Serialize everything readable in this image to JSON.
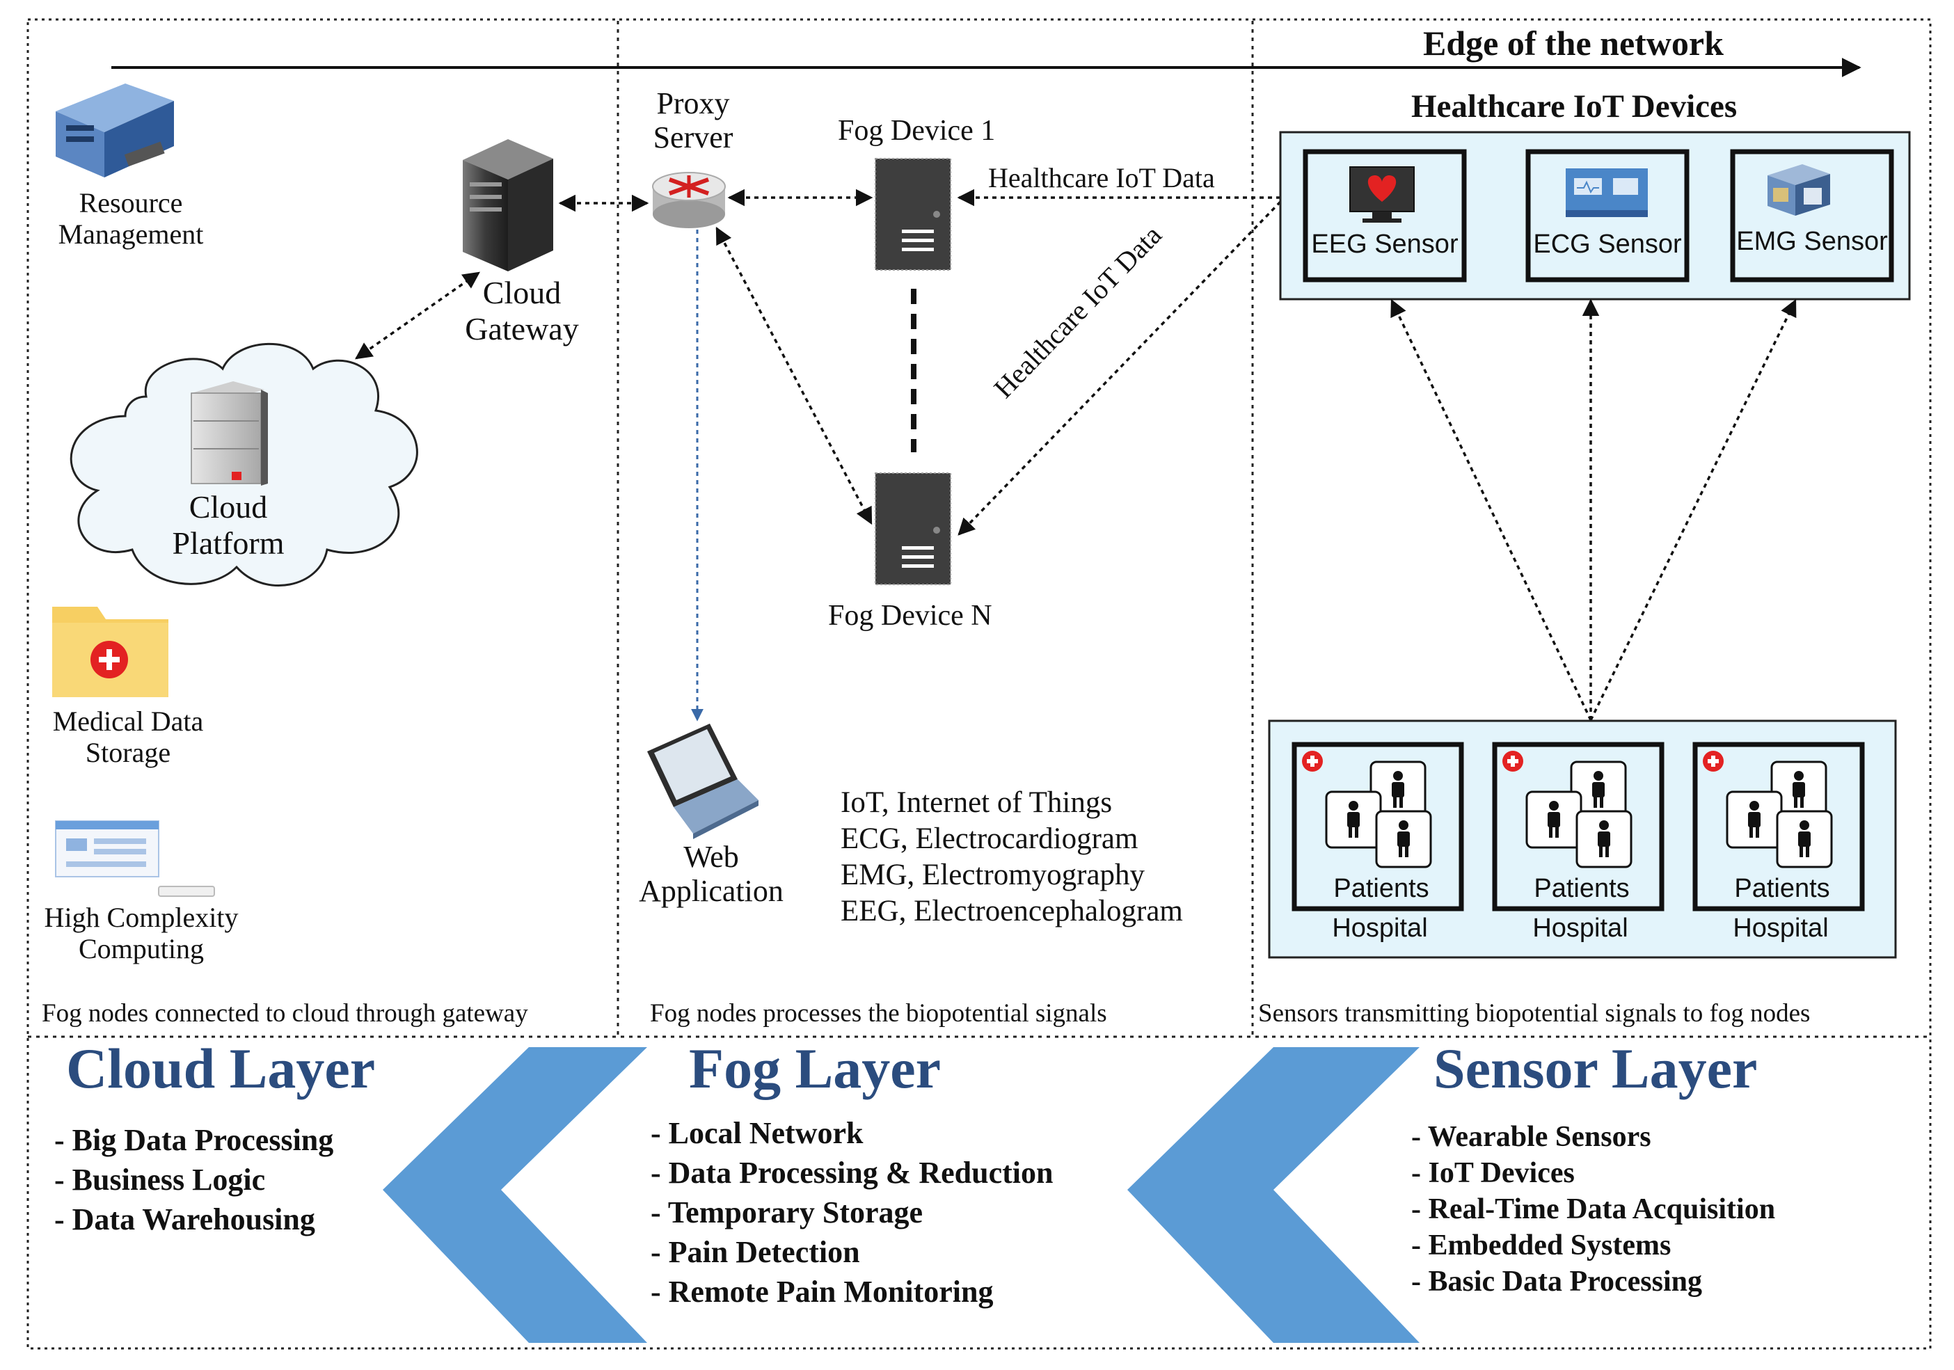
{
  "header": {
    "edge_label": "Edge of the network",
    "devices_title": "Healthcare IoT Devices"
  },
  "cloud_column": {
    "resource_management": [
      "Resource",
      "Management"
    ],
    "cloud_gateway": [
      "Cloud",
      "Gateway"
    ],
    "cloud_platform": [
      "Cloud",
      "Platform"
    ],
    "medical_storage": [
      "Medical Data",
      "Storage"
    ],
    "high_complexity": [
      "High Complexity",
      "Computing"
    ],
    "footer": "Fog nodes connected to cloud through gateway"
  },
  "fog_column": {
    "proxy_server": [
      "Proxy",
      "Server"
    ],
    "fog_device_1": "Fog Device 1",
    "fog_device_n": "Fog Device N",
    "data_label_1": "Healthcare IoT Data",
    "data_label_2": "Healthcare IoT Data",
    "web_application": [
      "Web",
      "Application"
    ],
    "glossary": [
      "IoT,  Internet of Things",
      "ECG, Electrocardiogram",
      "EMG, Electromyography",
      "EEG, Electroencephalogram"
    ],
    "footer": "Fog nodes processes  the biopotential signals"
  },
  "sensor_column": {
    "sensors": [
      "EEG Sensor",
      "ECG Sensor",
      "EMG Sensor"
    ],
    "patients_label": "Patients",
    "hospital_label": "Hospital",
    "footer": "Sensors transmitting biopotential signals to fog nodes"
  },
  "layers": {
    "cloud": {
      "title": "Cloud Layer",
      "items": [
        "- Big Data Processing",
        "- Business Logic",
        "- Data Warehousing"
      ]
    },
    "fog": {
      "title": "Fog Layer",
      "items": [
        "- Local Network",
        "- Data Processing & Reduction",
        "- Temporary Storage",
        "- Pain Detection",
        "- Remote Pain Monitoring"
      ]
    },
    "sensor": {
      "title": "Sensor Layer",
      "items": [
        "- Wearable Sensors",
        "- IoT Devices",
        "- Real-Time Data Acquisition",
        "- Embedded Systems",
        "- Basic Data Processing"
      ]
    }
  },
  "colors": {
    "chevron": "#5b9bd5",
    "layer_title": "#2b4c7e",
    "device_panel": "#e3f4fb",
    "medical_red": "#e32222",
    "folder": "#f7cf62"
  }
}
